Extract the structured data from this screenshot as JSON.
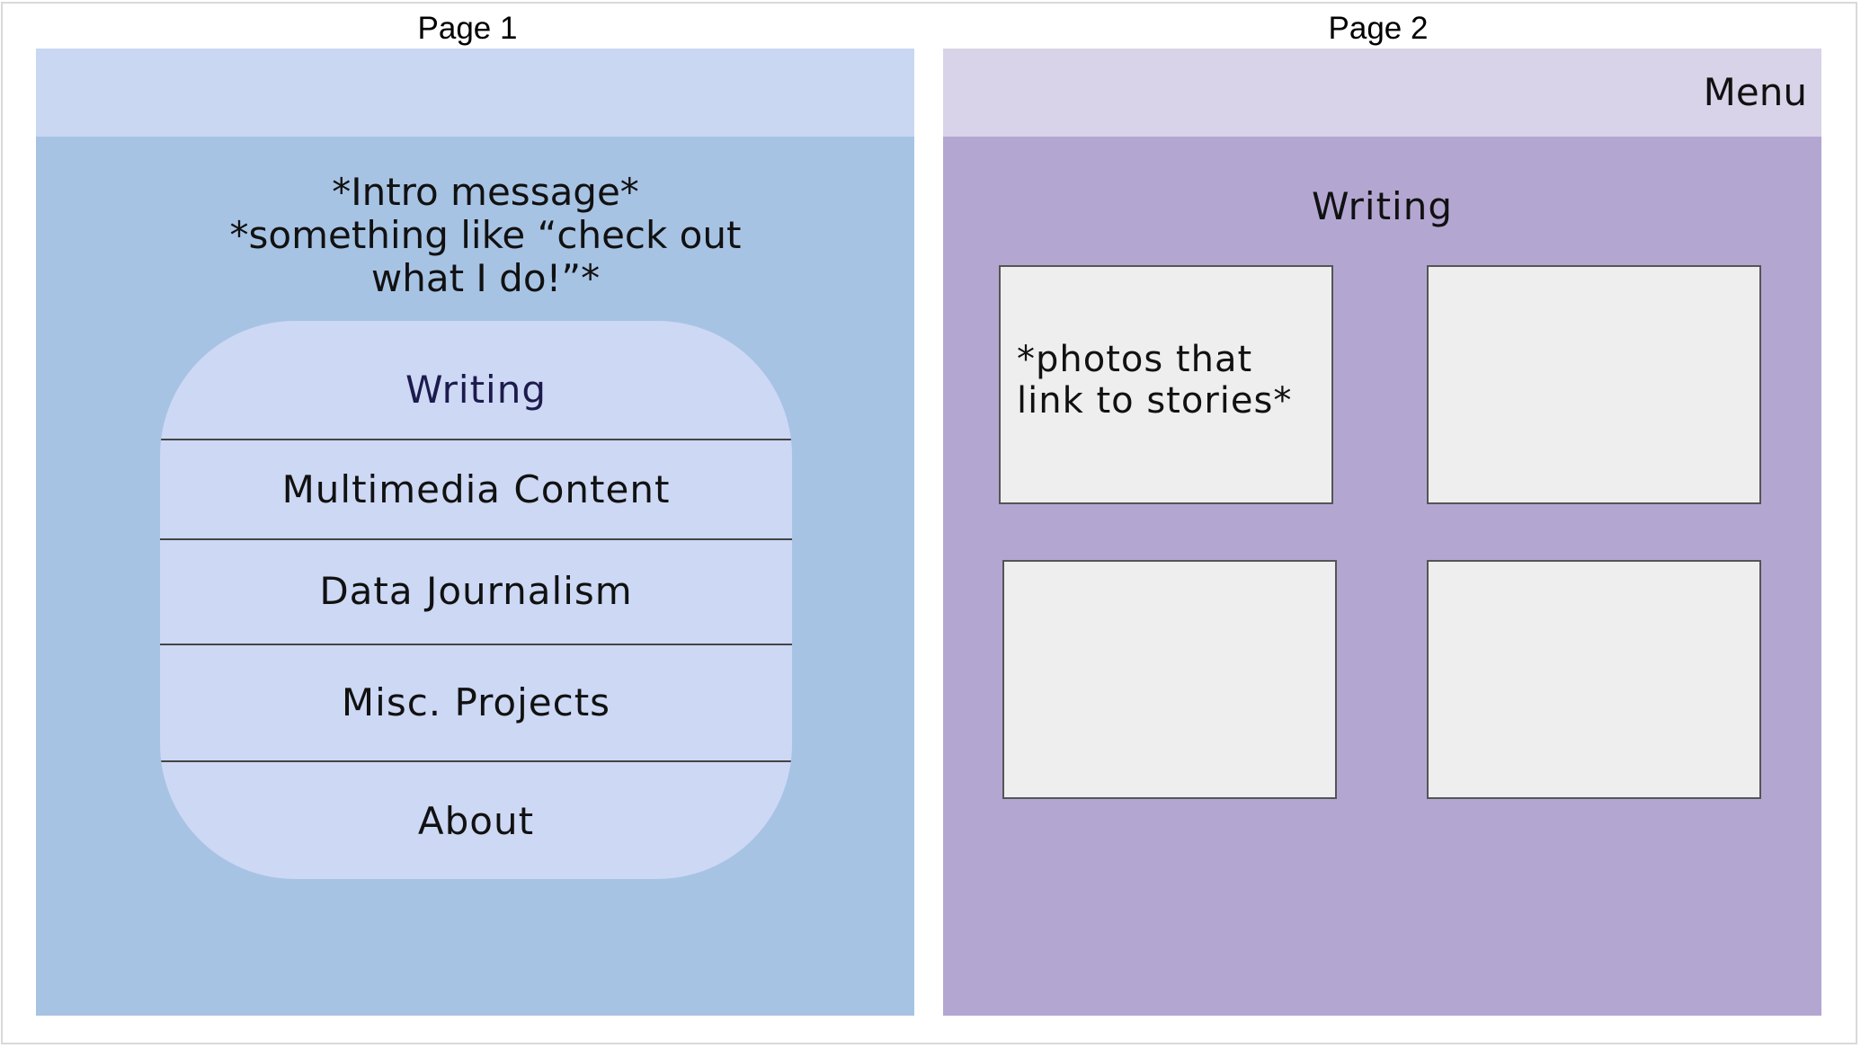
{
  "page1": {
    "label": "Page 1",
    "intro_lines": [
      "*Intro message*",
      "*something like “check out",
      "what I do!”*"
    ],
    "menu_items": [
      "Writing",
      "Multimedia Content",
      "Data Journalism",
      "Misc. Projects",
      "About"
    ]
  },
  "page2": {
    "label": "Page 2",
    "menu_label": "Menu",
    "title": "Writing",
    "photo_note": "*photos that link to stories*"
  },
  "colors": {
    "page1_header": "#c9d7f3",
    "page1_body": "#a7c3e4",
    "menu_card": "#ccd8f4",
    "page2_header": "#d8d3e8",
    "page2_body": "#b3a7d2",
    "photo_placeholder": "#eeeeee"
  }
}
